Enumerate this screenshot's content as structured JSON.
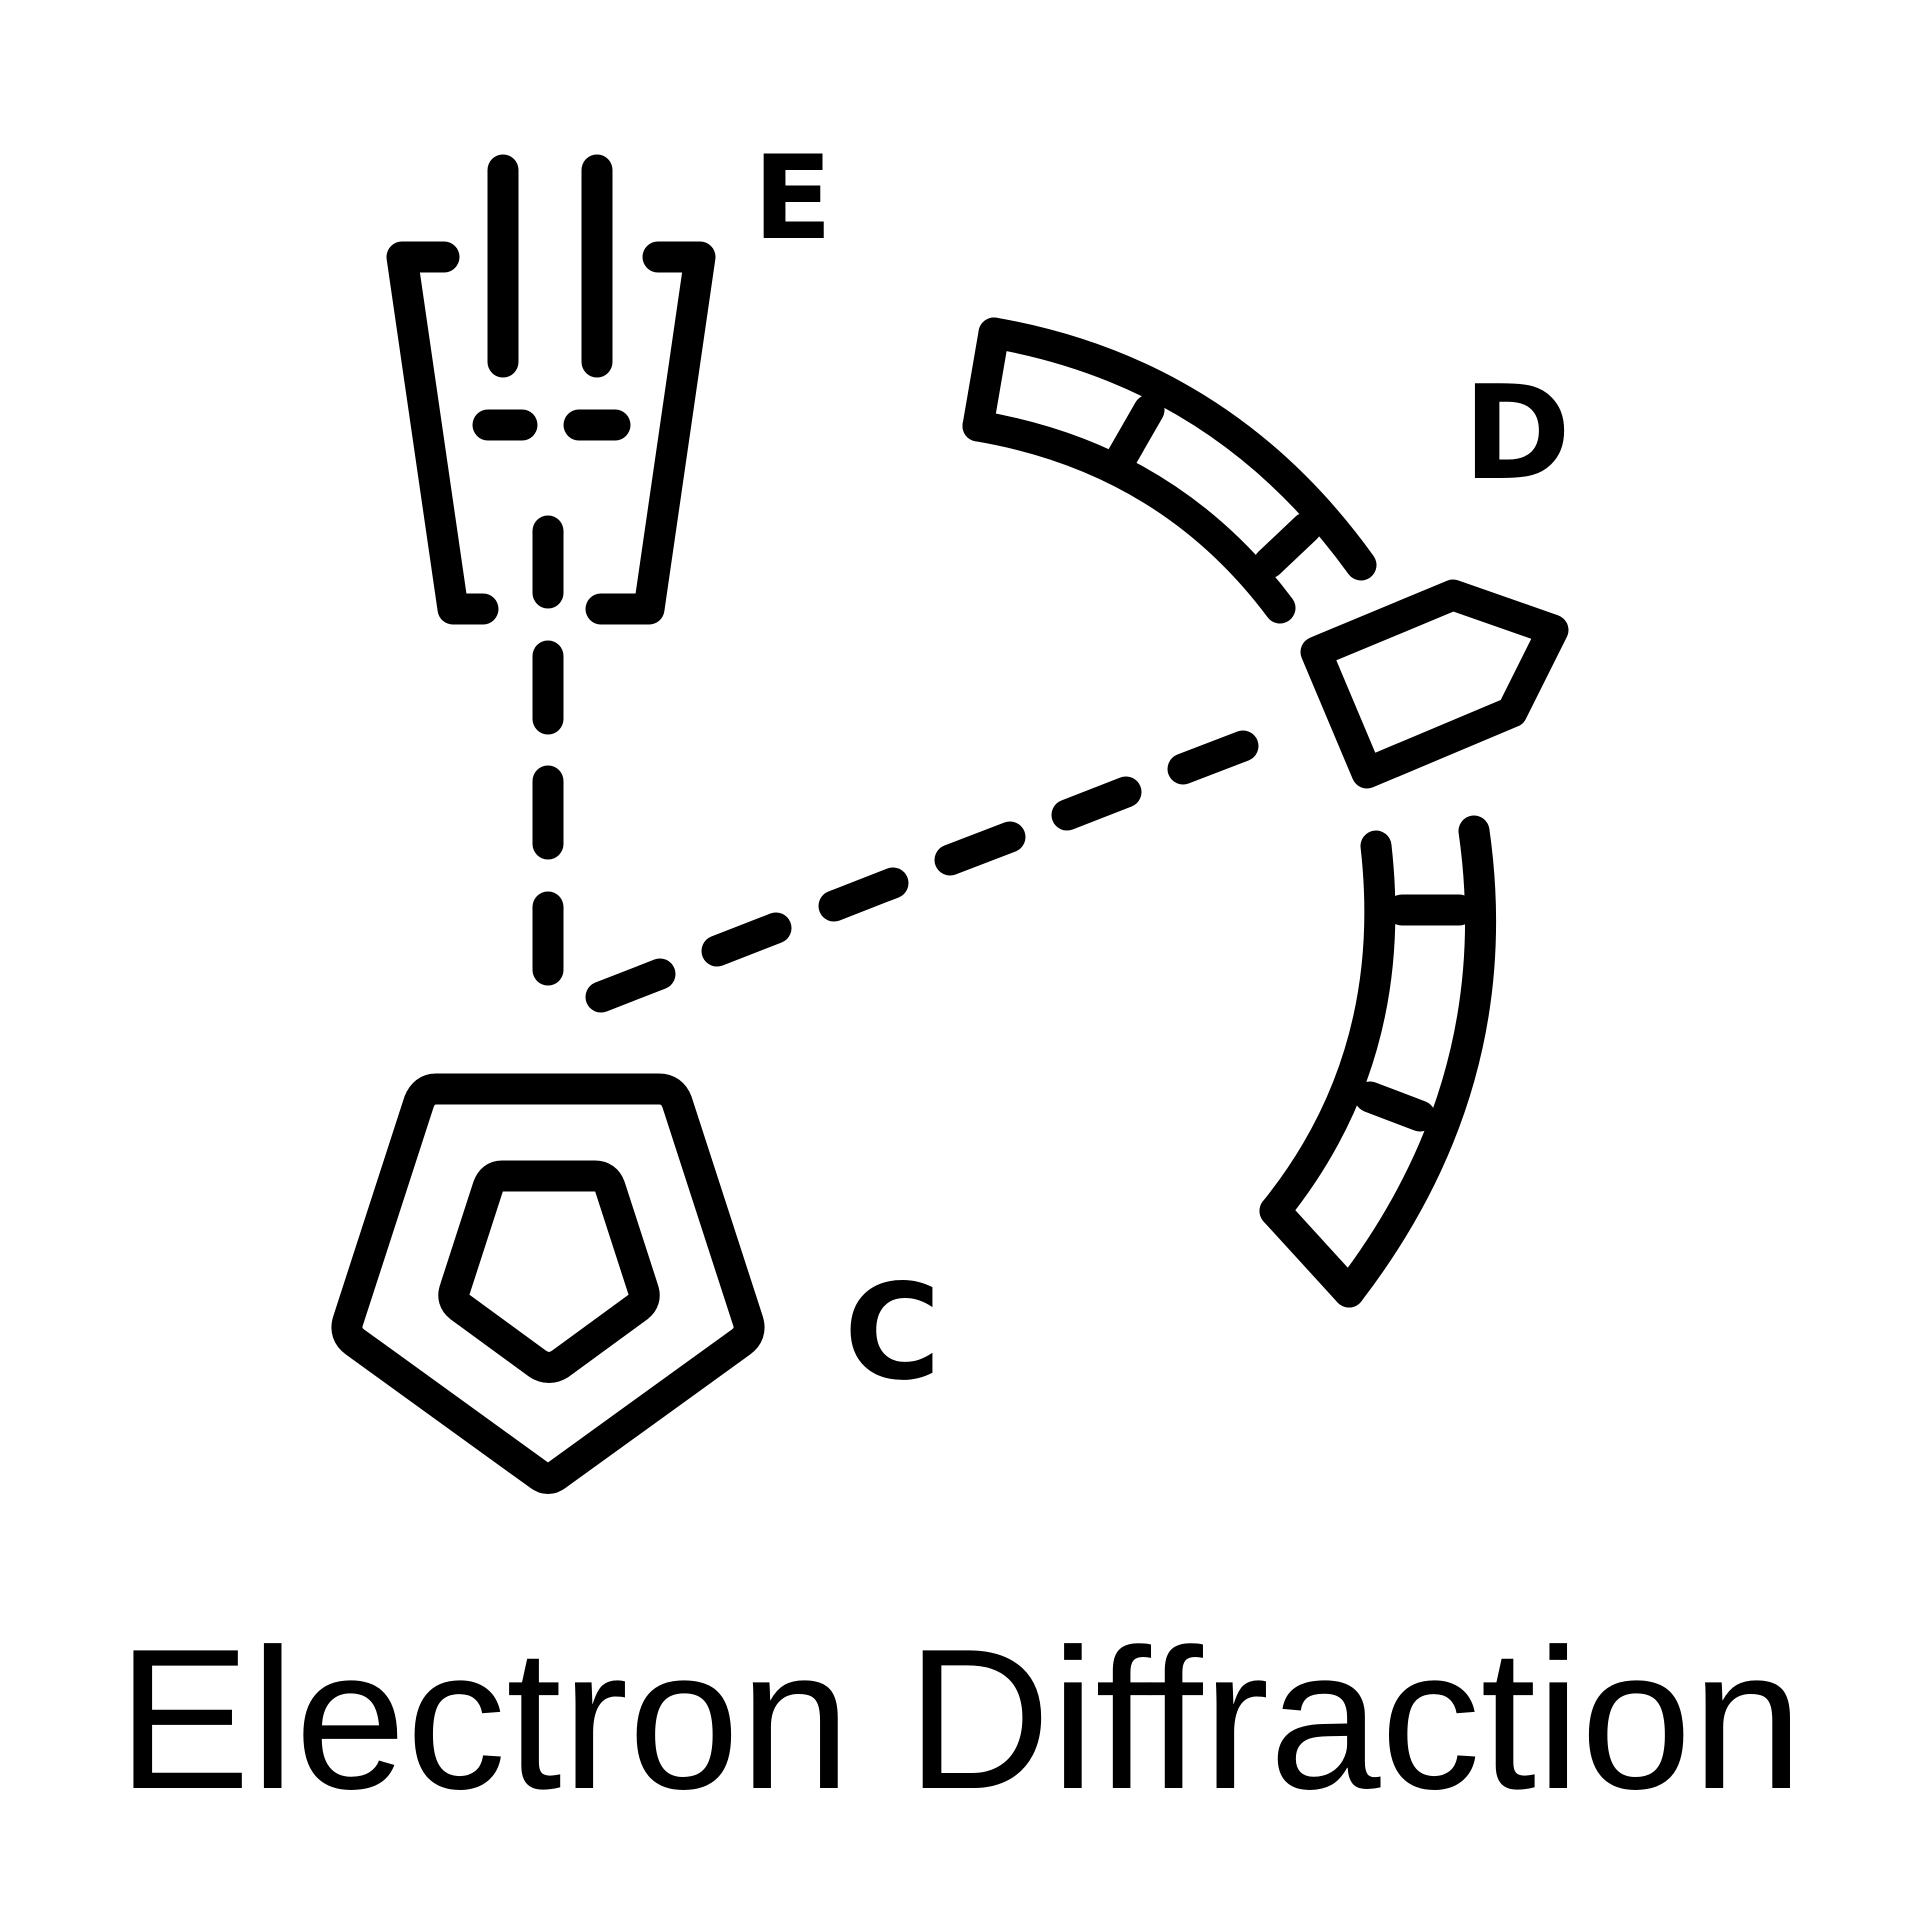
{
  "labels": {
    "e": "E",
    "d": "D",
    "c": "C"
  },
  "caption": "Electron Diffraction",
  "colors": {
    "ink": "#000000",
    "background": "#ffffff"
  }
}
